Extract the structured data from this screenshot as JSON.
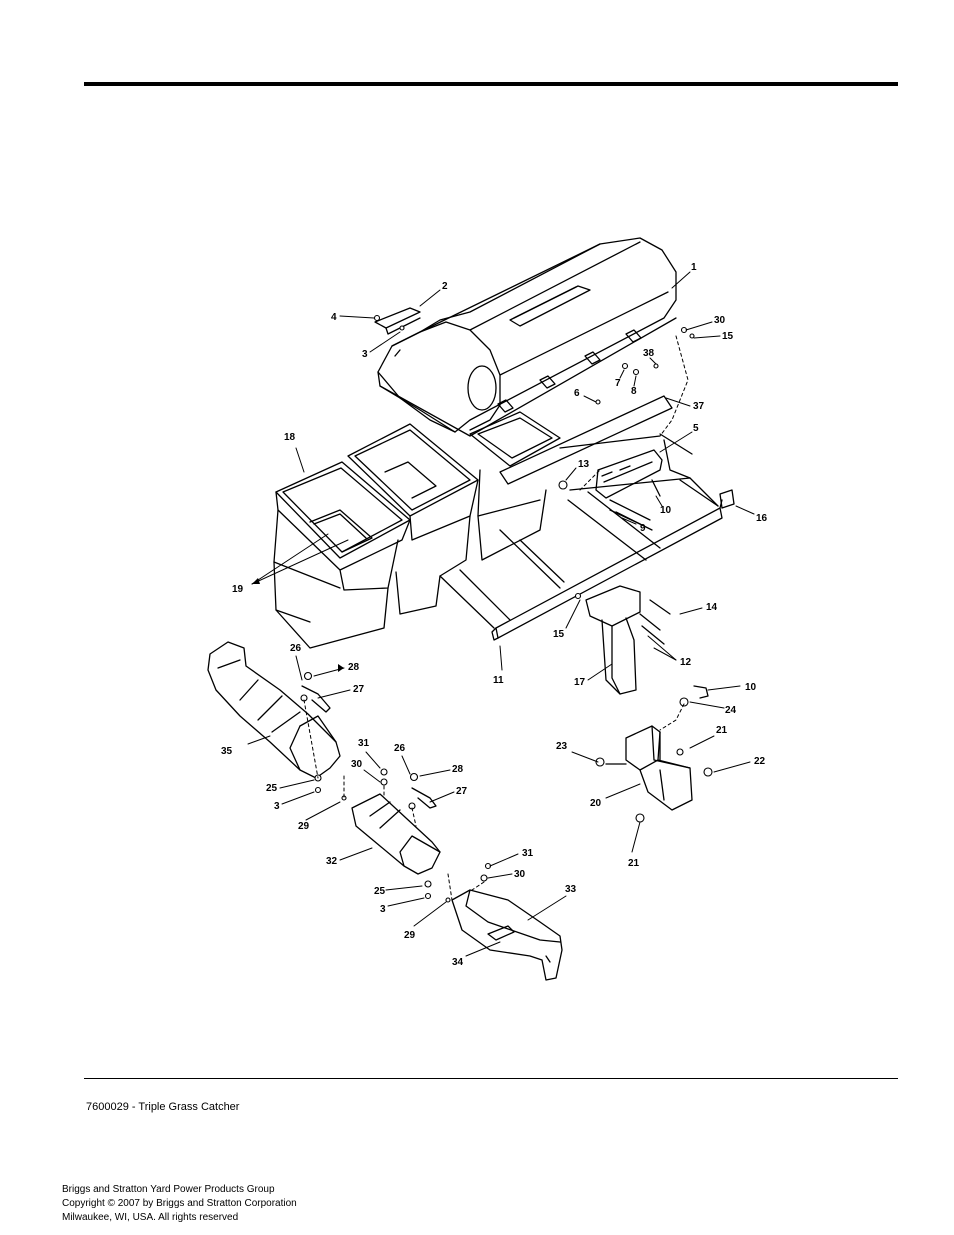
{
  "caption": "7600029 - Triple Grass Catcher",
  "footer": {
    "line1": "Briggs and Stratton Yard Power Products Group",
    "line2": "Copyright ©  2007 by Briggs and Stratton Corporation",
    "line3": "Milwaukee, WI, USA. All rights reserved"
  },
  "callouts": [
    "1",
    "2",
    "4",
    "3",
    "30",
    "15",
    "38",
    "7",
    "8",
    "6",
    "37",
    "5",
    "18",
    "13",
    "10",
    "16",
    "9",
    "19",
    "14",
    "15",
    "12",
    "26",
    "28",
    "27",
    "11",
    "17",
    "10",
    "24",
    "35",
    "31",
    "26",
    "30",
    "28",
    "23",
    "21",
    "22",
    "25",
    "3",
    "27",
    "29",
    "20",
    "32",
    "31",
    "30",
    "21",
    "25",
    "3",
    "33",
    "29",
    "34"
  ]
}
